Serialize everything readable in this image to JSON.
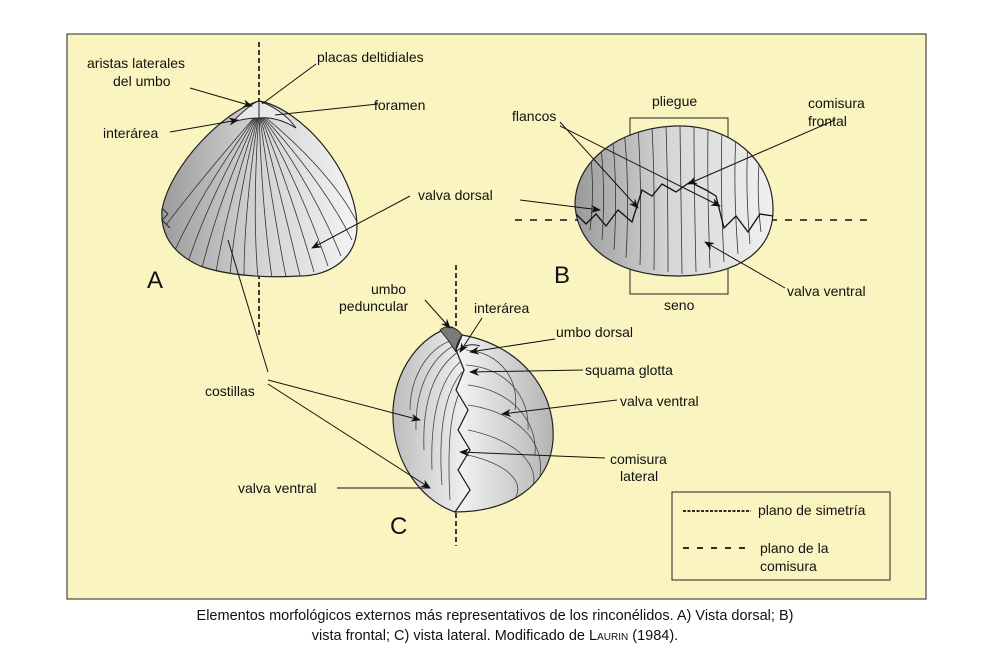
{
  "figure": {
    "panel_letters": {
      "a": "A",
      "b": "B",
      "c": "C"
    },
    "labels_a": {
      "aristas_line1": "aristas laterales",
      "aristas_line2": "del umbo",
      "placas": "placas deltidiales",
      "foramen": "foramen",
      "interarea": "interárea",
      "valva_dorsal": "valva dorsal"
    },
    "labels_b": {
      "pliegue": "pliegue",
      "flancos": "flancos",
      "comisura_line1": "comisura",
      "comisura_line2": "frontal",
      "seno": "seno",
      "valva_ventral": "valva ventral"
    },
    "labels_c": {
      "umbo_line1": "umbo",
      "umbo_line2": "peduncular",
      "interarea": "interárea",
      "umbo_dorsal": "umbo dorsal",
      "squama": "squama glotta",
      "valva_ventral_right": "valva ventral",
      "comisura_line1": "comisura",
      "comisura_line2": "lateral",
      "valva_ventral_left": "valva ventral",
      "costillas": "costillas"
    },
    "legend": {
      "simetria": "plano de simetría",
      "comisura_line1": "plano de la",
      "comisura_line2": "comisura"
    },
    "colors": {
      "background": "#FAF5C0",
      "shell_light": "#F2F2F2",
      "shell_dark": "#A8A8A8",
      "stroke": "#222222"
    }
  },
  "caption": {
    "part1": "Elementos morfológicos externos más representativos de los rinconélidos. A) Vista dorsal; B)",
    "part2": "vista frontal; C) vista lateral. Modificado de ",
    "author": "Laurin",
    "year": " (1984)."
  }
}
